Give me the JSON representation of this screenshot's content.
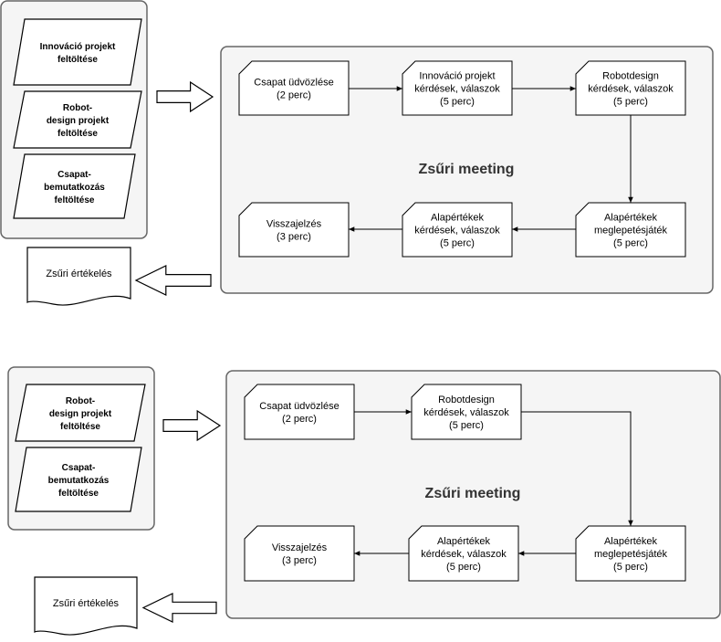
{
  "colors": {
    "panel": "#f5f5f5",
    "panelStroke": "#666666",
    "stroke": "#000000"
  },
  "diagram1": {
    "inputs": [
      [
        "Innováció projekt",
        "feltöltése"
      ],
      [
        "Robot-",
        "design projekt",
        "feltöltése"
      ],
      [
        "Csapat-",
        "bemutatkozás",
        "feltöltése"
      ]
    ],
    "meeting_title": "Zsűri meeting",
    "steps": [
      [
        "Csapat üdvözlése",
        "(2 perc)"
      ],
      [
        "Innováció projekt",
        "kérdések, válaszok",
        "(5 perc)"
      ],
      [
        "Robotdesign",
        "kérdések, válaszok",
        "(5 perc)"
      ],
      [
        "Alapértékek",
        "meglepetésjáték",
        "(5 perc)"
      ],
      [
        "Alapértékek",
        "kérdések, válaszok",
        "(5 perc)"
      ],
      [
        "Visszajelzés",
        "(3 perc)"
      ]
    ],
    "output": "Zsűri értékelés"
  },
  "diagram2": {
    "inputs": [
      [
        "Robot-",
        "design projekt",
        "feltöltése"
      ],
      [
        "Csapat-",
        "bemutatkozás",
        "feltöltése"
      ]
    ],
    "meeting_title": "Zsűri meeting",
    "steps": [
      [
        "Csapat üdvözlése",
        "(2 perc)"
      ],
      [
        "Robotdesign",
        "kérdések, válaszok",
        "(5 perc)"
      ],
      [
        "Alapértékek",
        "meglepetésjáték",
        "(5 perc)"
      ],
      [
        "Alapértékek",
        "kérdések, válaszok",
        "(5 perc)"
      ],
      [
        "Visszajelzés",
        "(3 perc)"
      ]
    ],
    "output": "Zsűri értékelés"
  }
}
